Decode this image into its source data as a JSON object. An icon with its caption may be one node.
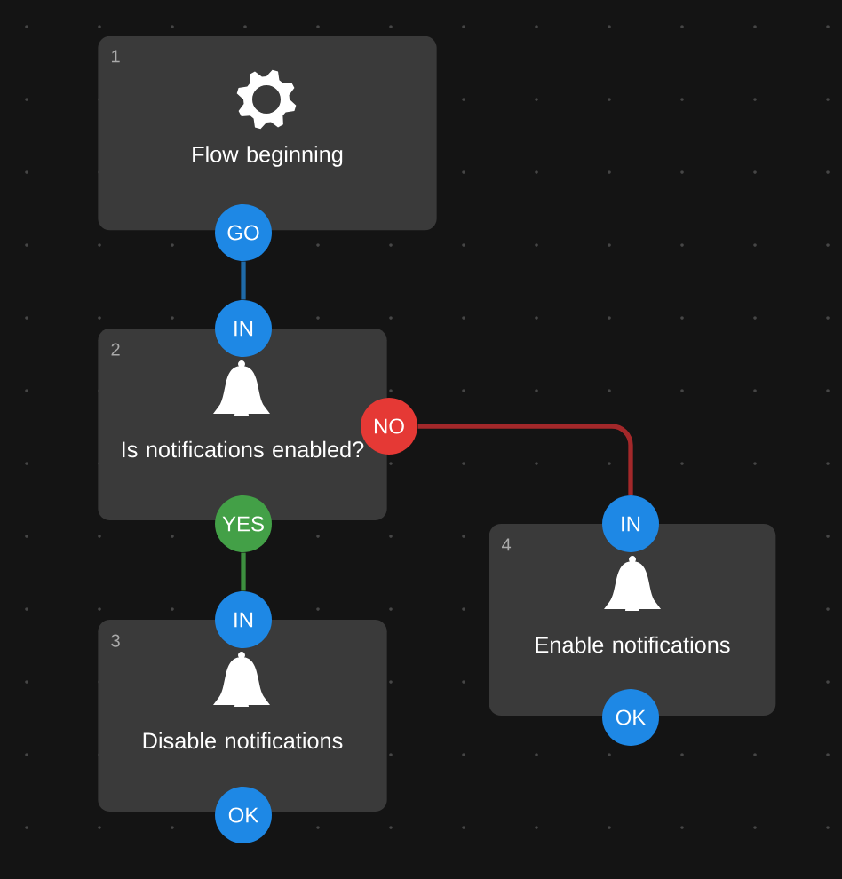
{
  "diagram": {
    "nodes": [
      {
        "text": [
          "1",
          "Flow beginning"
        ]
      },
      {
        "text": [
          "GO"
        ]
      },
      {
        "text": [
          "IN"
        ]
      },
      {
        "text": [
          "2",
          "Is notifications enabled?"
        ]
      },
      {
        "text": [
          "NO"
        ]
      },
      {
        "text": [
          "YES"
        ]
      },
      {
        "text": [
          "IN"
        ]
      },
      {
        "text": [
          "4",
          "Enable notifications"
        ]
      },
      {
        "text": [
          "IN"
        ]
      },
      {
        "text": [
          "3",
          "Disable notifications"
        ]
      },
      {
        "text": [
          "OK"
        ]
      },
      {
        "text": [
          "OK"
        ]
      }
    ],
    "edges": [
      {
        "from": 1,
        "to": 2,
        "arrow": "none",
        "color": "#1f6aa8"
      },
      {
        "from": 4,
        "to": 6,
        "arrow": "none",
        "color": "#a3282a"
      },
      {
        "from": 5,
        "to": 8,
        "arrow": "none",
        "color": "#3d8f3f"
      }
    ]
  }
}
